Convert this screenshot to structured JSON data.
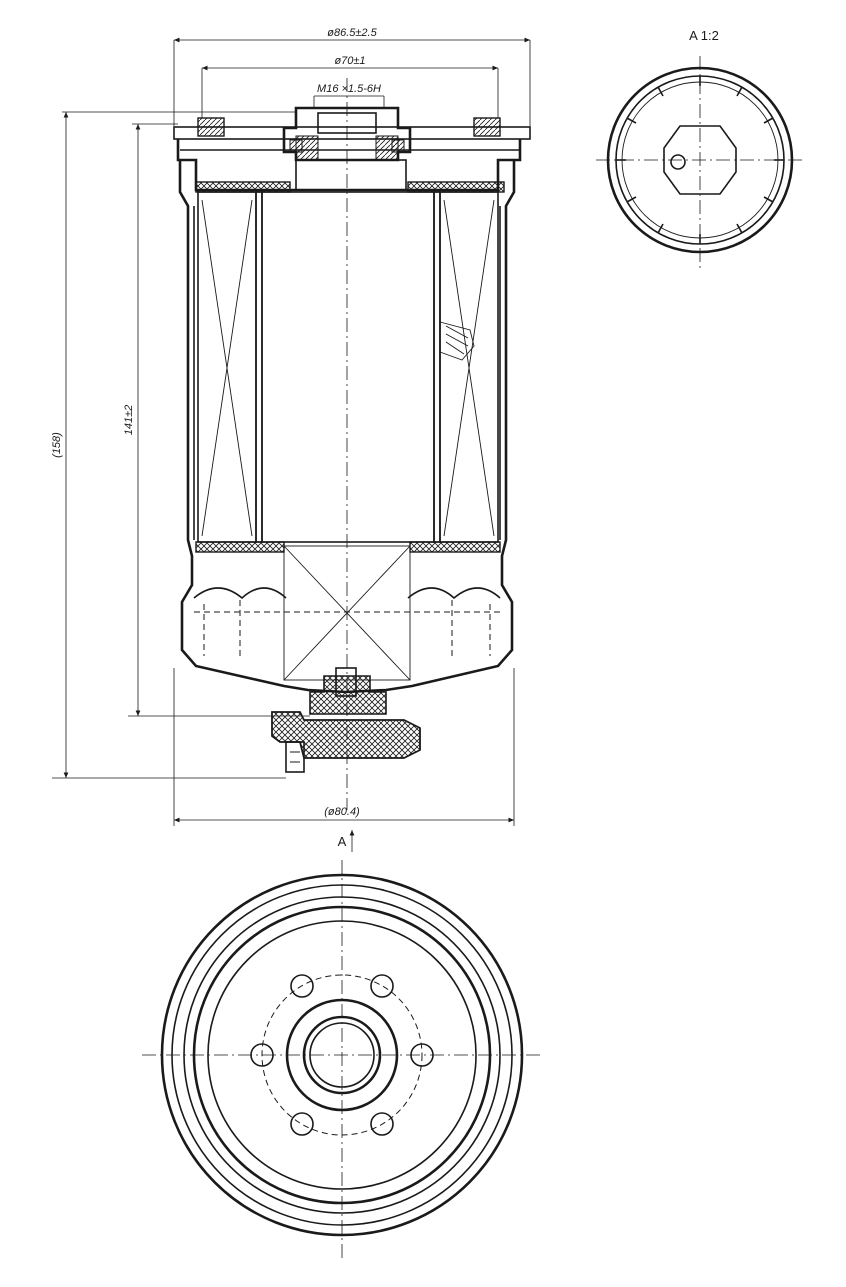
{
  "dimensions": {
    "outer_diameter": "ø86.5±2.5",
    "pitch_diameter": "ø70±1",
    "thread": "M16 ×1.5-6H",
    "overall_height": "(158)",
    "body_height": "141±2",
    "bottom_diameter": "(ø80.4)"
  },
  "labels": {
    "view_a_title": "A 1:2",
    "section_arrow": "A"
  }
}
